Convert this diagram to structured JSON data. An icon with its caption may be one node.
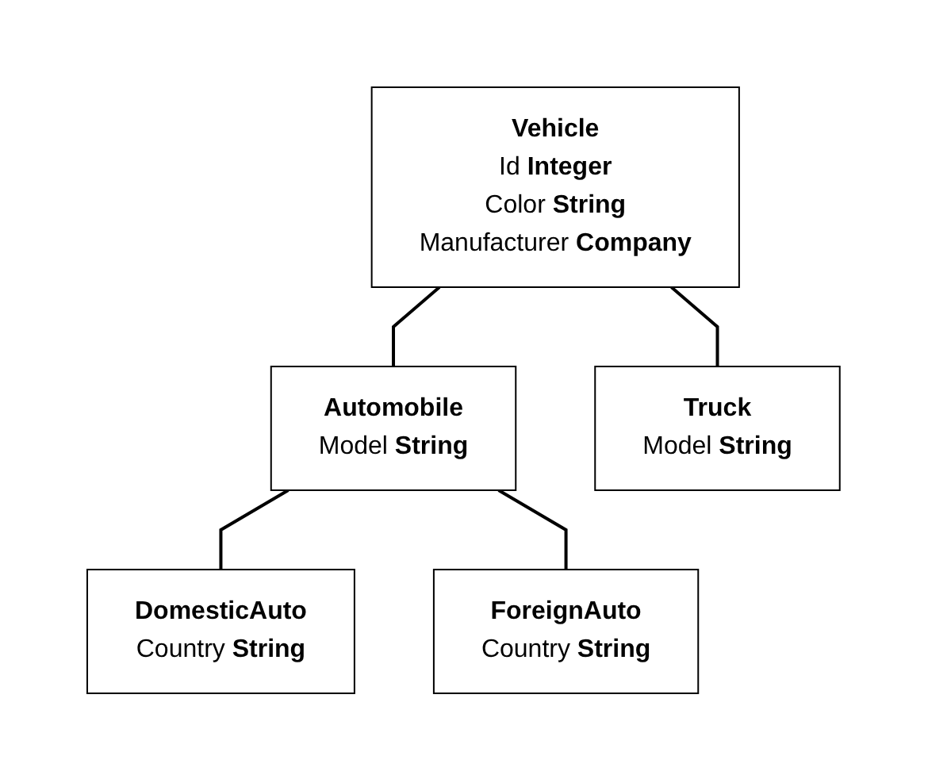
{
  "diagram": {
    "nodes": [
      {
        "text": [
          "Vehicle",
          "Id",
          "Integer",
          "Color",
          "String",
          "Manufacturer",
          "Company"
        ]
      },
      {
        "text": [
          "Automobile",
          "Model",
          "String"
        ]
      },
      {
        "text": [
          "Truck",
          "Model",
          "String"
        ]
      },
      {
        "text": [
          "DomesticAuto",
          "Country",
          "String"
        ]
      },
      {
        "text": [
          "ForeignAuto",
          "Country",
          "String"
        ]
      }
    ],
    "edges": [
      {
        "from": 0,
        "to": 1,
        "arrow": "none"
      },
      {
        "from": 0,
        "to": 2,
        "arrow": "none"
      },
      {
        "from": 1,
        "to": 3,
        "arrow": "none"
      },
      {
        "from": 1,
        "to": 4,
        "arrow": "none"
      }
    ]
  }
}
